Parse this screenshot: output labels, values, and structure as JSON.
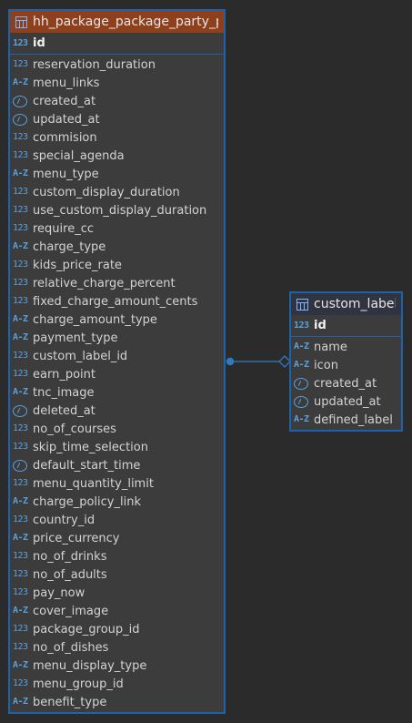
{
  "entities": {
    "package": {
      "title": "hh_package_package_party_pac",
      "primary_key": {
        "name": "id",
        "type": "123",
        "icon": "numeric-type-icon"
      },
      "columns": [
        {
          "name": "reservation_duration",
          "type": "123",
          "icon": "numeric-type-icon"
        },
        {
          "name": "menu_links",
          "type": "A-Z",
          "icon": "text-type-icon"
        },
        {
          "name": "created_at",
          "type": "",
          "icon": "timestamp-type-icon"
        },
        {
          "name": "updated_at",
          "type": "",
          "icon": "timestamp-type-icon"
        },
        {
          "name": "commision",
          "type": "123",
          "icon": "numeric-type-icon"
        },
        {
          "name": "special_agenda",
          "type": "123",
          "icon": "numeric-type-icon"
        },
        {
          "name": "menu_type",
          "type": "A-Z",
          "icon": "text-type-icon"
        },
        {
          "name": "custom_display_duration",
          "type": "123",
          "icon": "numeric-type-icon"
        },
        {
          "name": "use_custom_display_duration",
          "type": "123",
          "icon": "numeric-type-icon"
        },
        {
          "name": "require_cc",
          "type": "123",
          "icon": "numeric-type-icon"
        },
        {
          "name": "charge_type",
          "type": "A-Z",
          "icon": "text-type-icon"
        },
        {
          "name": "kids_price_rate",
          "type": "123",
          "icon": "numeric-type-icon"
        },
        {
          "name": "relative_charge_percent",
          "type": "123",
          "icon": "numeric-type-icon"
        },
        {
          "name": "fixed_charge_amount_cents",
          "type": "123",
          "icon": "numeric-type-icon"
        },
        {
          "name": "charge_amount_type",
          "type": "A-Z",
          "icon": "text-type-icon"
        },
        {
          "name": "payment_type",
          "type": "A-Z",
          "icon": "text-type-icon"
        },
        {
          "name": "custom_label_id",
          "type": "123",
          "icon": "numeric-type-icon"
        },
        {
          "name": "earn_point",
          "type": "123",
          "icon": "numeric-type-icon"
        },
        {
          "name": "tnc_image",
          "type": "A-Z",
          "icon": "text-type-icon"
        },
        {
          "name": "deleted_at",
          "type": "",
          "icon": "timestamp-type-icon"
        },
        {
          "name": "no_of_courses",
          "type": "123",
          "icon": "numeric-type-icon"
        },
        {
          "name": "skip_time_selection",
          "type": "123",
          "icon": "numeric-type-icon"
        },
        {
          "name": "default_start_time",
          "type": "",
          "icon": "timestamp-type-icon"
        },
        {
          "name": "menu_quantity_limit",
          "type": "123",
          "icon": "numeric-type-icon"
        },
        {
          "name": "charge_policy_link",
          "type": "A-Z",
          "icon": "text-type-icon"
        },
        {
          "name": "country_id",
          "type": "123",
          "icon": "numeric-type-icon"
        },
        {
          "name": "price_currency",
          "type": "A-Z",
          "icon": "text-type-icon"
        },
        {
          "name": "no_of_drinks",
          "type": "123",
          "icon": "numeric-type-icon"
        },
        {
          "name": "no_of_adults",
          "type": "123",
          "icon": "numeric-type-icon"
        },
        {
          "name": "pay_now",
          "type": "123",
          "icon": "numeric-type-icon"
        },
        {
          "name": "cover_image",
          "type": "A-Z",
          "icon": "text-type-icon"
        },
        {
          "name": "package_group_id",
          "type": "123",
          "icon": "numeric-type-icon"
        },
        {
          "name": "no_of_dishes",
          "type": "123",
          "icon": "numeric-type-icon"
        },
        {
          "name": "menu_display_type",
          "type": "A-Z",
          "icon": "text-type-icon"
        },
        {
          "name": "menu_group_id",
          "type": "123",
          "icon": "numeric-type-icon"
        },
        {
          "name": "benefit_type",
          "type": "A-Z",
          "icon": "text-type-icon"
        }
      ]
    },
    "custom_labels": {
      "title": "custom_labels",
      "primary_key": {
        "name": "id",
        "type": "123",
        "icon": "numeric-type-icon"
      },
      "columns": [
        {
          "name": "name",
          "type": "A-Z",
          "icon": "text-type-icon"
        },
        {
          "name": "icon",
          "type": "A-Z",
          "icon": "text-type-icon"
        },
        {
          "name": "created_at",
          "type": "",
          "icon": "timestamp-type-icon"
        },
        {
          "name": "updated_at",
          "type": "",
          "icon": "timestamp-type-icon"
        },
        {
          "name": "defined_label",
          "type": "A-Z",
          "icon": "text-type-icon"
        }
      ]
    }
  },
  "colors": {
    "background": "#2b2b2b",
    "entity_background": "#3c3c3c",
    "entity_border": "#1f62aa",
    "selected_header": "#8e3f1c",
    "inactive_header": "#2f3440",
    "type_icon": "#5aa0dd",
    "relationship": "#2f7bc0"
  },
  "icons": {
    "table": "table-icon",
    "numeric": "numeric-type-icon",
    "text": "text-type-icon",
    "timestamp": "timestamp-type-icon",
    "relationship_start": "circle-end-icon",
    "relationship_end": "diamond-end-icon"
  }
}
